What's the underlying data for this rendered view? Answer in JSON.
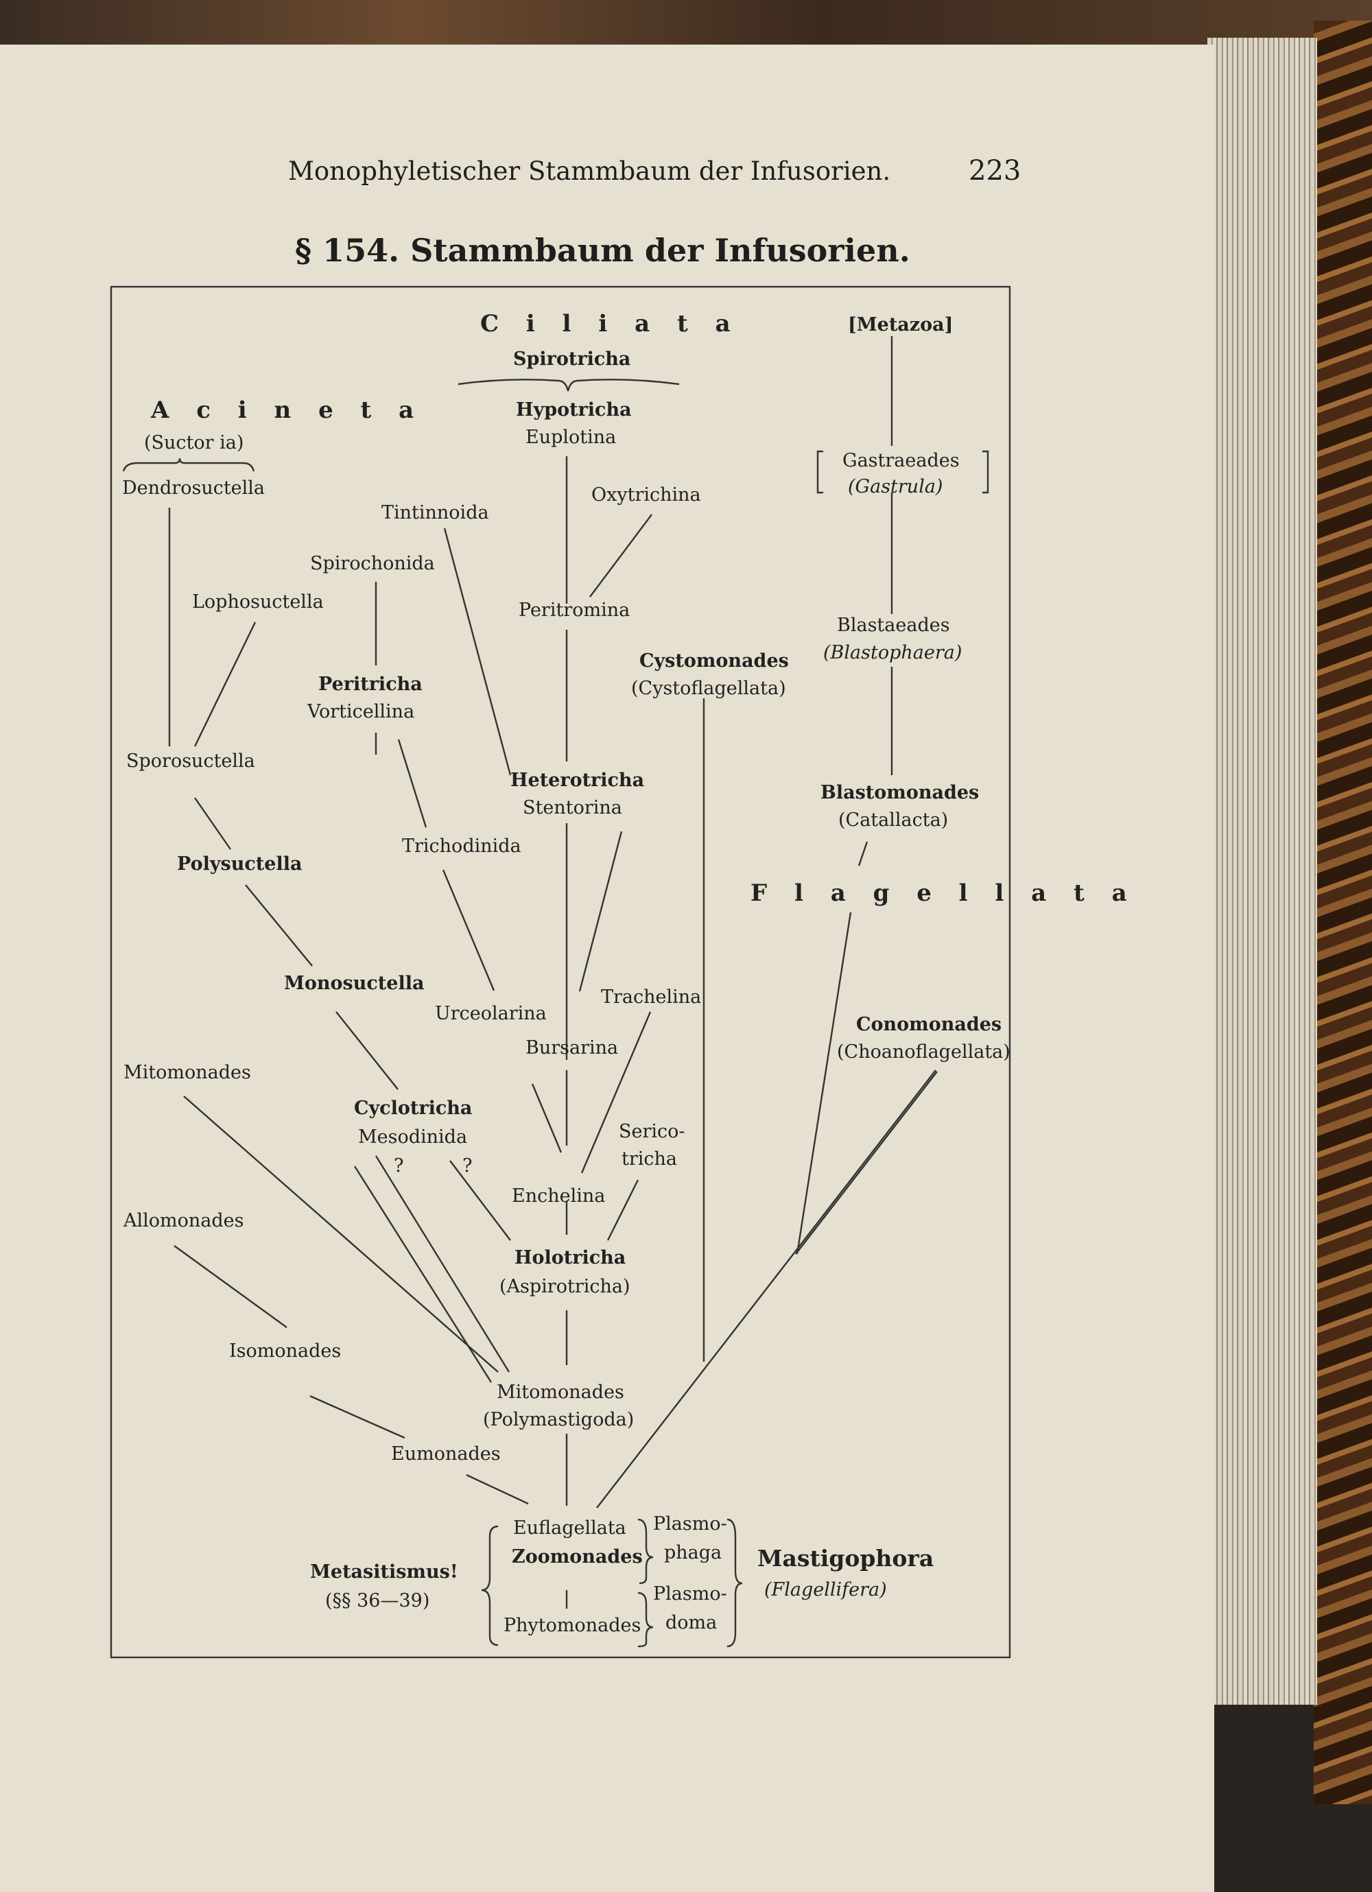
{
  "header": {
    "running_title": "Monophyletischer Stammbaum der Infusorien.",
    "page_number": "223",
    "section_title": "§ 154. Stammbaum der Infusorien."
  },
  "tree": {
    "ciliata": "C i l i a t a",
    "spirotricha": "Spirotricha",
    "hypotricha": "Hypotricha",
    "euplotina": "Euplotina",
    "oxytrichina": "Oxytrichina",
    "tintinnoida": "Tintinnoida",
    "spirochonida": "Spirochonida",
    "peritromina": "Peritromina",
    "peritricha": "Peritricha",
    "vorticellina": "Vorticellina",
    "heterotricha": "Heterotricha",
    "stentorina": "Stentorina",
    "trichodinida": "Trichodinida",
    "urceolarina": "Urceolarina",
    "trachelina": "Trachelina",
    "bursarina": "Bursarina",
    "cyclotricha": "Cyclotricha",
    "mesodinida": "Mesodinida",
    "q1": "?",
    "q2": "?",
    "sericotricha_1": "Serico-",
    "sericotricha_2": "tricha",
    "enchelina": "Enchelina",
    "holotricha": "Holotricha",
    "aspirotricha": "(Aspirotricha)",
    "acineta": "A c i n e t a",
    "suctoria": "(Suctor ia)",
    "dendrosuctella": "Dendrosuctella",
    "lophosuctella": "Lophosuctella",
    "sporosuctella": "Sporosuctella",
    "polysuctella": "Polysuctella",
    "monosuctella": "Monosuctella",
    "mitomonades_left": "Mitomonades",
    "allomonades": "Allomonades",
    "isomonades": "Isomonades",
    "mitomonades_center": "Mitomonades",
    "polymastigoda": "(Polymastigoda)",
    "eumonades": "Eumonades",
    "metazoa": "[Metazoa]",
    "gastraeades": "Gastraeades",
    "gastrula": "(Gastrula)",
    "blastaeades": "Blastaeades",
    "blastophaera": "(Blastophaera)",
    "cystomonades": "Cystomonades",
    "cystoflagellata": "(Cystoflagellata)",
    "blastomonades": "Blastomonades",
    "catallacta": "(Catallacta)",
    "flagellata": "F l a g e l l a t a",
    "conomonades": "Conomonades",
    "choanoflagellata": "(Choanoflagellata)",
    "euflagellata": "Euflagellata",
    "zoomonades": "Zoomonades",
    "phytomonades": "Phytomonades",
    "plasmophaga_1": "Plasmo-",
    "plasmophaga_2": "phaga",
    "plasmodoma_1": "Plasmo-",
    "plasmodoma_2": "doma",
    "mastigophora": "Mastigophora",
    "flagellifera": "(Flagellifera)",
    "metasitismus": "Metasitismus!",
    "paragraphs": "(§§ 36—39)"
  }
}
